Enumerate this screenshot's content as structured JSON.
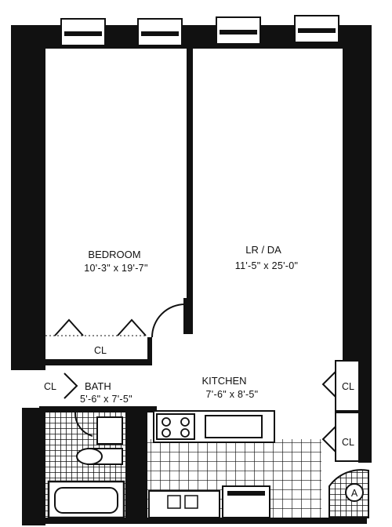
{
  "plan": {
    "rooms": [
      {
        "id": "bedroom",
        "name": "BEDROOM",
        "size": "10'-3\" x 19'-7\""
      },
      {
        "id": "lrda",
        "name": "LR / DA",
        "size": "11'-5\" x 25'-0\""
      },
      {
        "id": "bath",
        "name": "BATH",
        "size": "5'-6\" x 7'-5\""
      },
      {
        "id": "kitchen",
        "name": "KITCHEN",
        "size": "7'-6\" x 8'-5\""
      }
    ],
    "closet_label": "CL",
    "marker": "A"
  }
}
